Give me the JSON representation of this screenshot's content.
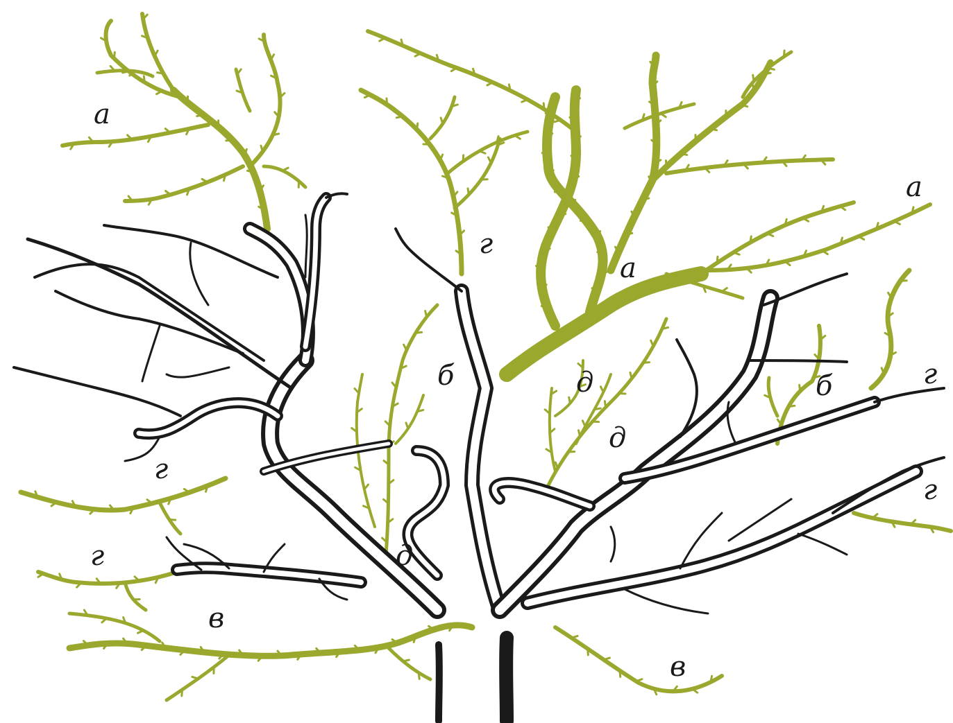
{
  "colors": {
    "pruned_branch": "#9aa82e",
    "kept_branch": "#1a1a1a",
    "background": "#ffffff"
  },
  "labels": {
    "a1": "а",
    "a2": "а",
    "a3": "а",
    "b1": "б",
    "b2": "б",
    "v1": "в",
    "v2": "в",
    "g1": "г",
    "g2": "г",
    "g3": "г",
    "g4": "г",
    "g5": "г",
    "d1": "д",
    "d2": "д",
    "d3": "д"
  }
}
